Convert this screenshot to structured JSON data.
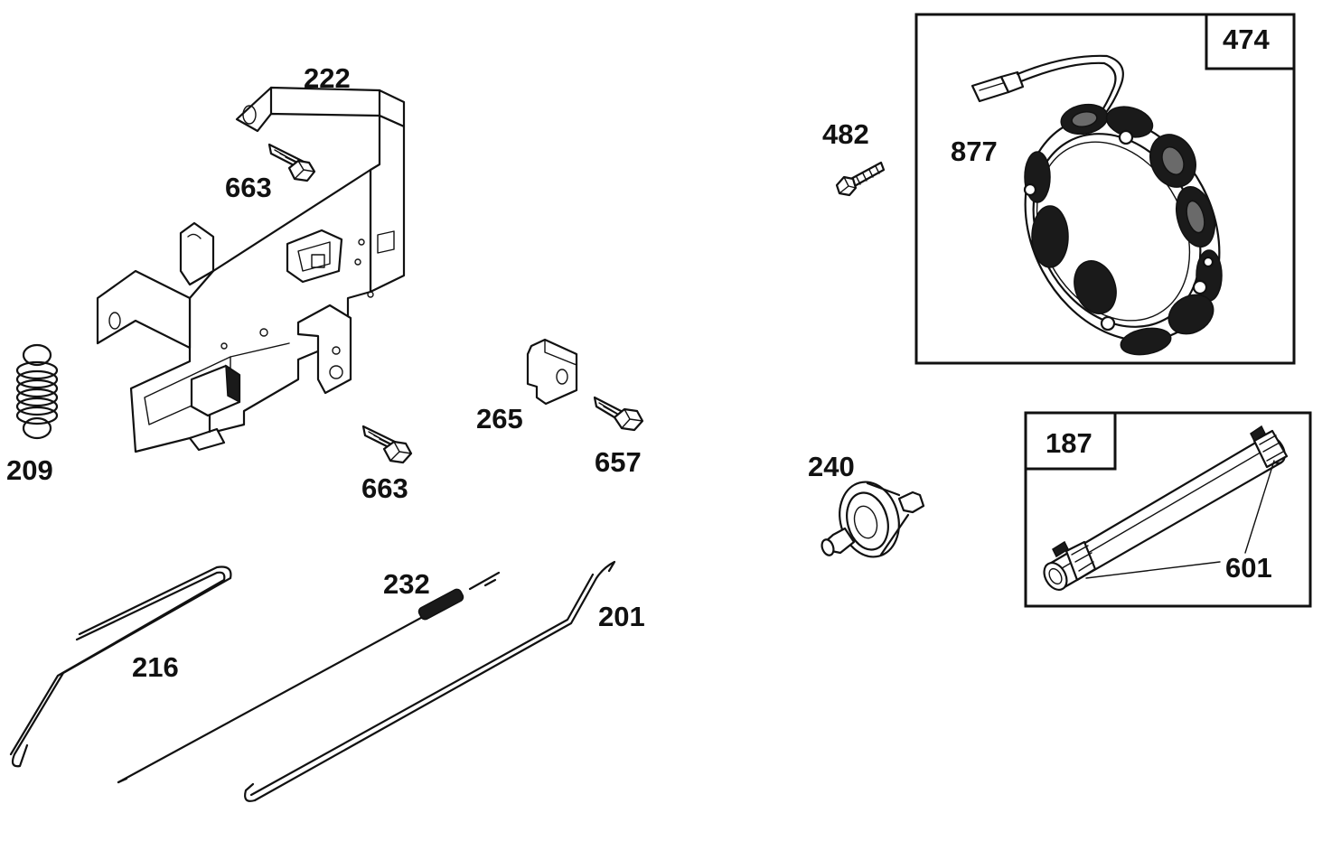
{
  "labels": {
    "bracket": "222",
    "screw_upper": "663",
    "spring": "209",
    "screw_lower": "663",
    "clip": "265",
    "bolt": "657",
    "link_216": "216",
    "link_232": "232",
    "link_201": "201",
    "screw_482": "482",
    "stator_kit": "474",
    "connector": "877",
    "fuel_filter": "240",
    "fuel_line_kit": "187",
    "hose_clamp": "601"
  }
}
